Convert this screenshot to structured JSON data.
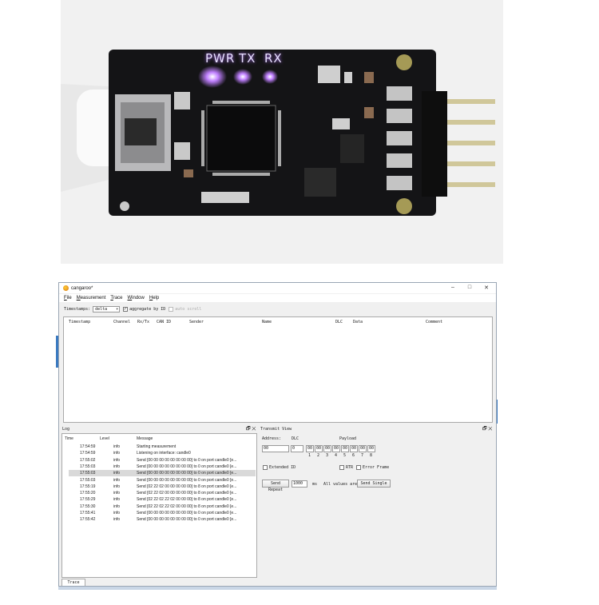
{
  "photo": {
    "board_labels": [
      "PWR",
      "TX",
      "RX"
    ],
    "led_colors": [
      "#b060ff",
      "#7fb3ff",
      "#5a8cff"
    ]
  },
  "window": {
    "title": "cangaroo*",
    "controls": {
      "minimize": "–",
      "maximize": "□",
      "close": "✕"
    },
    "menu": [
      {
        "mnemonic": "F",
        "rest": "ile"
      },
      {
        "mnemonic": "M",
        "rest": "easurement"
      },
      {
        "mnemonic": "T",
        "rest": "race"
      },
      {
        "mnemonic": "W",
        "rest": "indow"
      },
      {
        "mnemonic": "H",
        "rest": "elp"
      }
    ]
  },
  "toolbar": {
    "timestamps_label": "Timestamps:",
    "timestamps_value": "delta",
    "dropdown_arrow": "▾",
    "aggregate_label": "aggregate by ID",
    "aggregate_checked": true,
    "autoscroll_label": "auto scroll"
  },
  "trace": {
    "columns": [
      "Timestamp",
      "Channel",
      "Rx/Tx",
      "CAN ID",
      "Sender",
      "Name",
      "DLC",
      "Data",
      "Comment"
    ]
  },
  "log": {
    "title": "Log",
    "dock_buttons": "🗗 ✕",
    "columns": [
      "Time",
      "Level",
      "Message"
    ],
    "rows": [
      {
        "time": "17:54:59",
        "level": "info",
        "message": "Starting measurement"
      },
      {
        "time": "17:54:59",
        "level": "info",
        "message": "Listening on interface: candle0"
      },
      {
        "time": "17:55:02",
        "level": "info",
        "message": "Send [00 00 00 00 00 00 00 00] to 0 on port candle0 [e..."
      },
      {
        "time": "17:55:03",
        "level": "info",
        "message": "Send [00 00 00 00 00 00 00 00] to 0 on port candle0 [e..."
      },
      {
        "time": "17:55:03",
        "level": "info",
        "message": "Send [00 00 00 00 00 00 00 00] to 0 on port candle0 [e..."
      },
      {
        "time": "17:55:03",
        "level": "info",
        "message": "Send [00 00 00 00 00 00 00 00] to 0 on port candle0 [e..."
      },
      {
        "time": "17:55:19",
        "level": "info",
        "message": "Send [02 22 02 00 00 00 00 00] to 8 on port candle0 [e..."
      },
      {
        "time": "17:55:20",
        "level": "info",
        "message": "Send [02 22 02 00 00 00 00 00] to 8 on port candle0 [e..."
      },
      {
        "time": "17:55:29",
        "level": "info",
        "message": "Send [02 22 02 22 02 00 00 00] to 8 on port candle0 [e..."
      },
      {
        "time": "17:55:30",
        "level": "info",
        "message": "Send [02 22 02 22 02 00 00 00] to 8 on port candle0 [e..."
      },
      {
        "time": "17:55:41",
        "level": "info",
        "message": "Send [00 00 00 00 00 00 00 00] to 0 on port candle0 [e..."
      },
      {
        "time": "17:55:42",
        "level": "info",
        "message": "Send [00 00 00 00 00 00 00 00] to 0 on port candle0 [e..."
      }
    ],
    "selected_row": 4
  },
  "transmit": {
    "title": "Transmit View",
    "dock_buttons": "🗗 ✕",
    "address_label": "Address:",
    "address_value": "00",
    "dlc_label": "DLC",
    "dlc_value": "0",
    "payload_label": "Payload",
    "payload_values": [
      "00",
      "00",
      "00",
      "00",
      "00",
      "00",
      "00",
      "00"
    ],
    "payload_indices": [
      "1",
      "2",
      "3",
      "4",
      "5",
      "6",
      "7",
      "8"
    ],
    "extended_id_label": "Extended ID",
    "rtr_label": "RTR",
    "error_frame_label": "Error Frame",
    "send_repeat_label": "Send Repeat",
    "repeat_value": "1000",
    "ms_label": "ms",
    "hex_note": "All values are",
    "send_single_label": "Send Single"
  },
  "statusbar": {
    "tab": "Trace"
  }
}
